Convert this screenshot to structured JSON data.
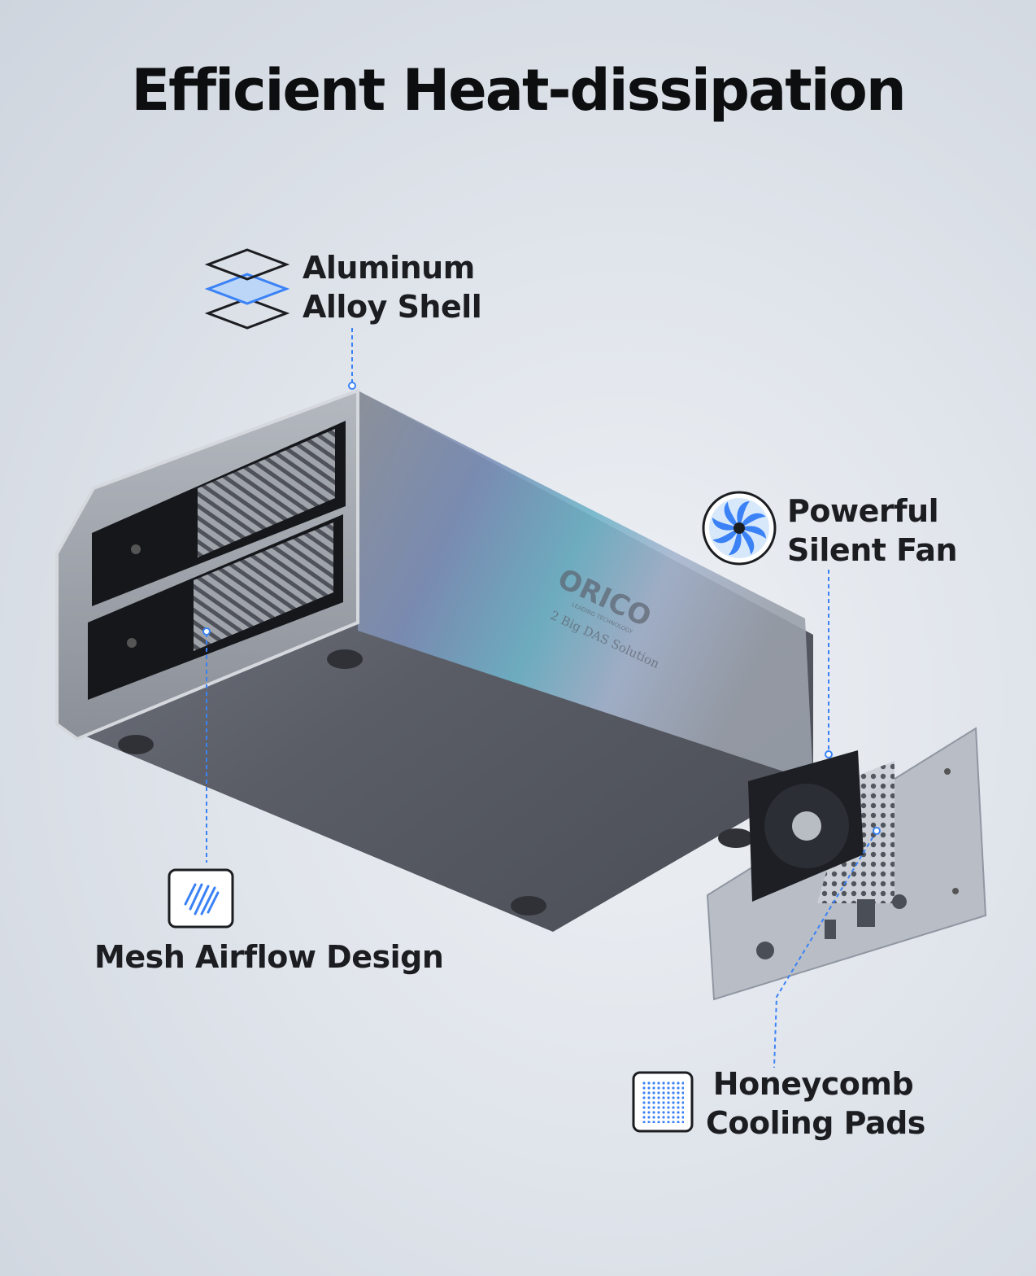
{
  "title": "Efficient Heat-dissipation",
  "features": {
    "shell": {
      "line1": "Aluminum",
      "line2": "Alloy Shell"
    },
    "fan": {
      "line1": "Powerful",
      "line2": "Silent Fan"
    },
    "mesh": {
      "line1": "Mesh Airflow Design"
    },
    "pads": {
      "line1": "Honeycomb",
      "line2": "Cooling Pads"
    }
  },
  "product": {
    "brand": "ORICO",
    "tagline": "LEADING TECHNOLOGY",
    "model_text": "2 Big DAS Solution"
  },
  "colors": {
    "accent": "#3b82f6",
    "text": "#1b1d21",
    "body": "#4a4d55"
  }
}
